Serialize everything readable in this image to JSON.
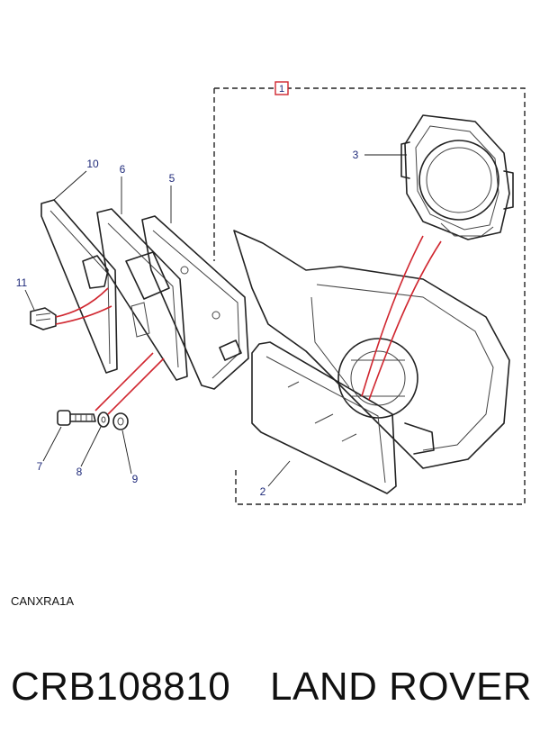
{
  "diagram": {
    "assembly_label": "1",
    "callouts": [
      {
        "id": "c10",
        "text": "10"
      },
      {
        "id": "c6",
        "text": "6"
      },
      {
        "id": "c5",
        "text": "5"
      },
      {
        "id": "c3",
        "text": "3"
      },
      {
        "id": "c11",
        "text": "11"
      },
      {
        "id": "c7",
        "text": "7"
      },
      {
        "id": "c8",
        "text": "8"
      },
      {
        "id": "c9",
        "text": "9"
      },
      {
        "id": "c2",
        "text": "2"
      }
    ],
    "code": "CANXRA1A",
    "highlight_color": "#d0262f",
    "callout_color": "#1f2a7a"
  },
  "footer": {
    "part_number": "CRB108810",
    "brand": "LAND ROVER"
  }
}
